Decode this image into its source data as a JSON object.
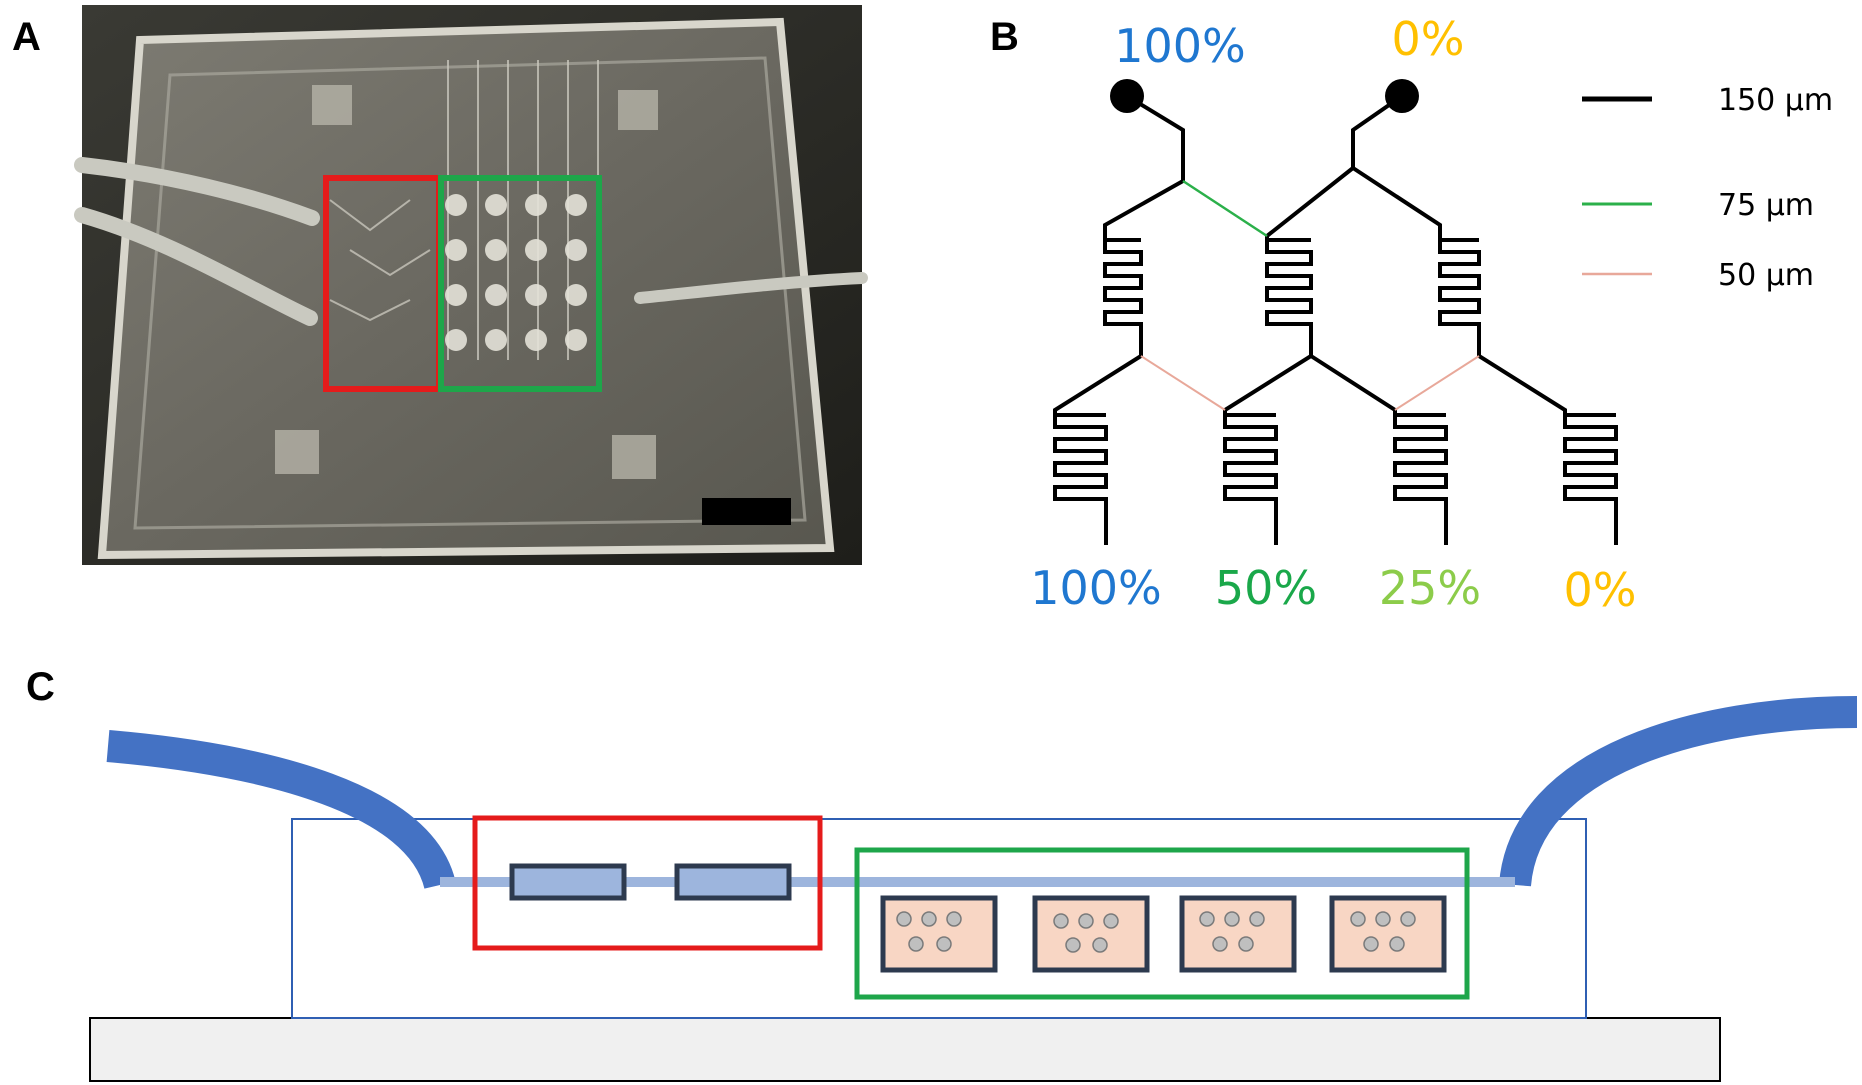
{
  "panels": {
    "a": {
      "letter": "A"
    },
    "b": {
      "letter": "B",
      "inlets": [
        {
          "label": "100%",
          "color": "#1f77d0"
        },
        {
          "label": "0%",
          "color": "#ffc000"
        }
      ],
      "outlets": [
        {
          "label": "100%",
          "color": "#1f77d0"
        },
        {
          "label": "50%",
          "color": "#1aa84a"
        },
        {
          "label": "25%",
          "color": "#8ccc4a"
        },
        {
          "label": "0%",
          "color": "#ffc000"
        }
      ],
      "legend": [
        {
          "label": "150 µm",
          "color": "#000000"
        },
        {
          "label": "75 µm",
          "color": "#2bb04a"
        },
        {
          "label": "50 µm",
          "color": "#e8a89a"
        }
      ]
    },
    "c": {
      "letter": "C"
    }
  },
  "colors": {
    "highlight_red": "#e51b1b",
    "highlight_green": "#1ea64a",
    "tubing_blue": "#4472c4",
    "channel_blue": "#9db5dd",
    "well_fill": "#f8d6c4",
    "cell_gray": "#bfbfbf",
    "chip_outline": "#2f5fb3",
    "base_fill": "#f0f0f0"
  }
}
